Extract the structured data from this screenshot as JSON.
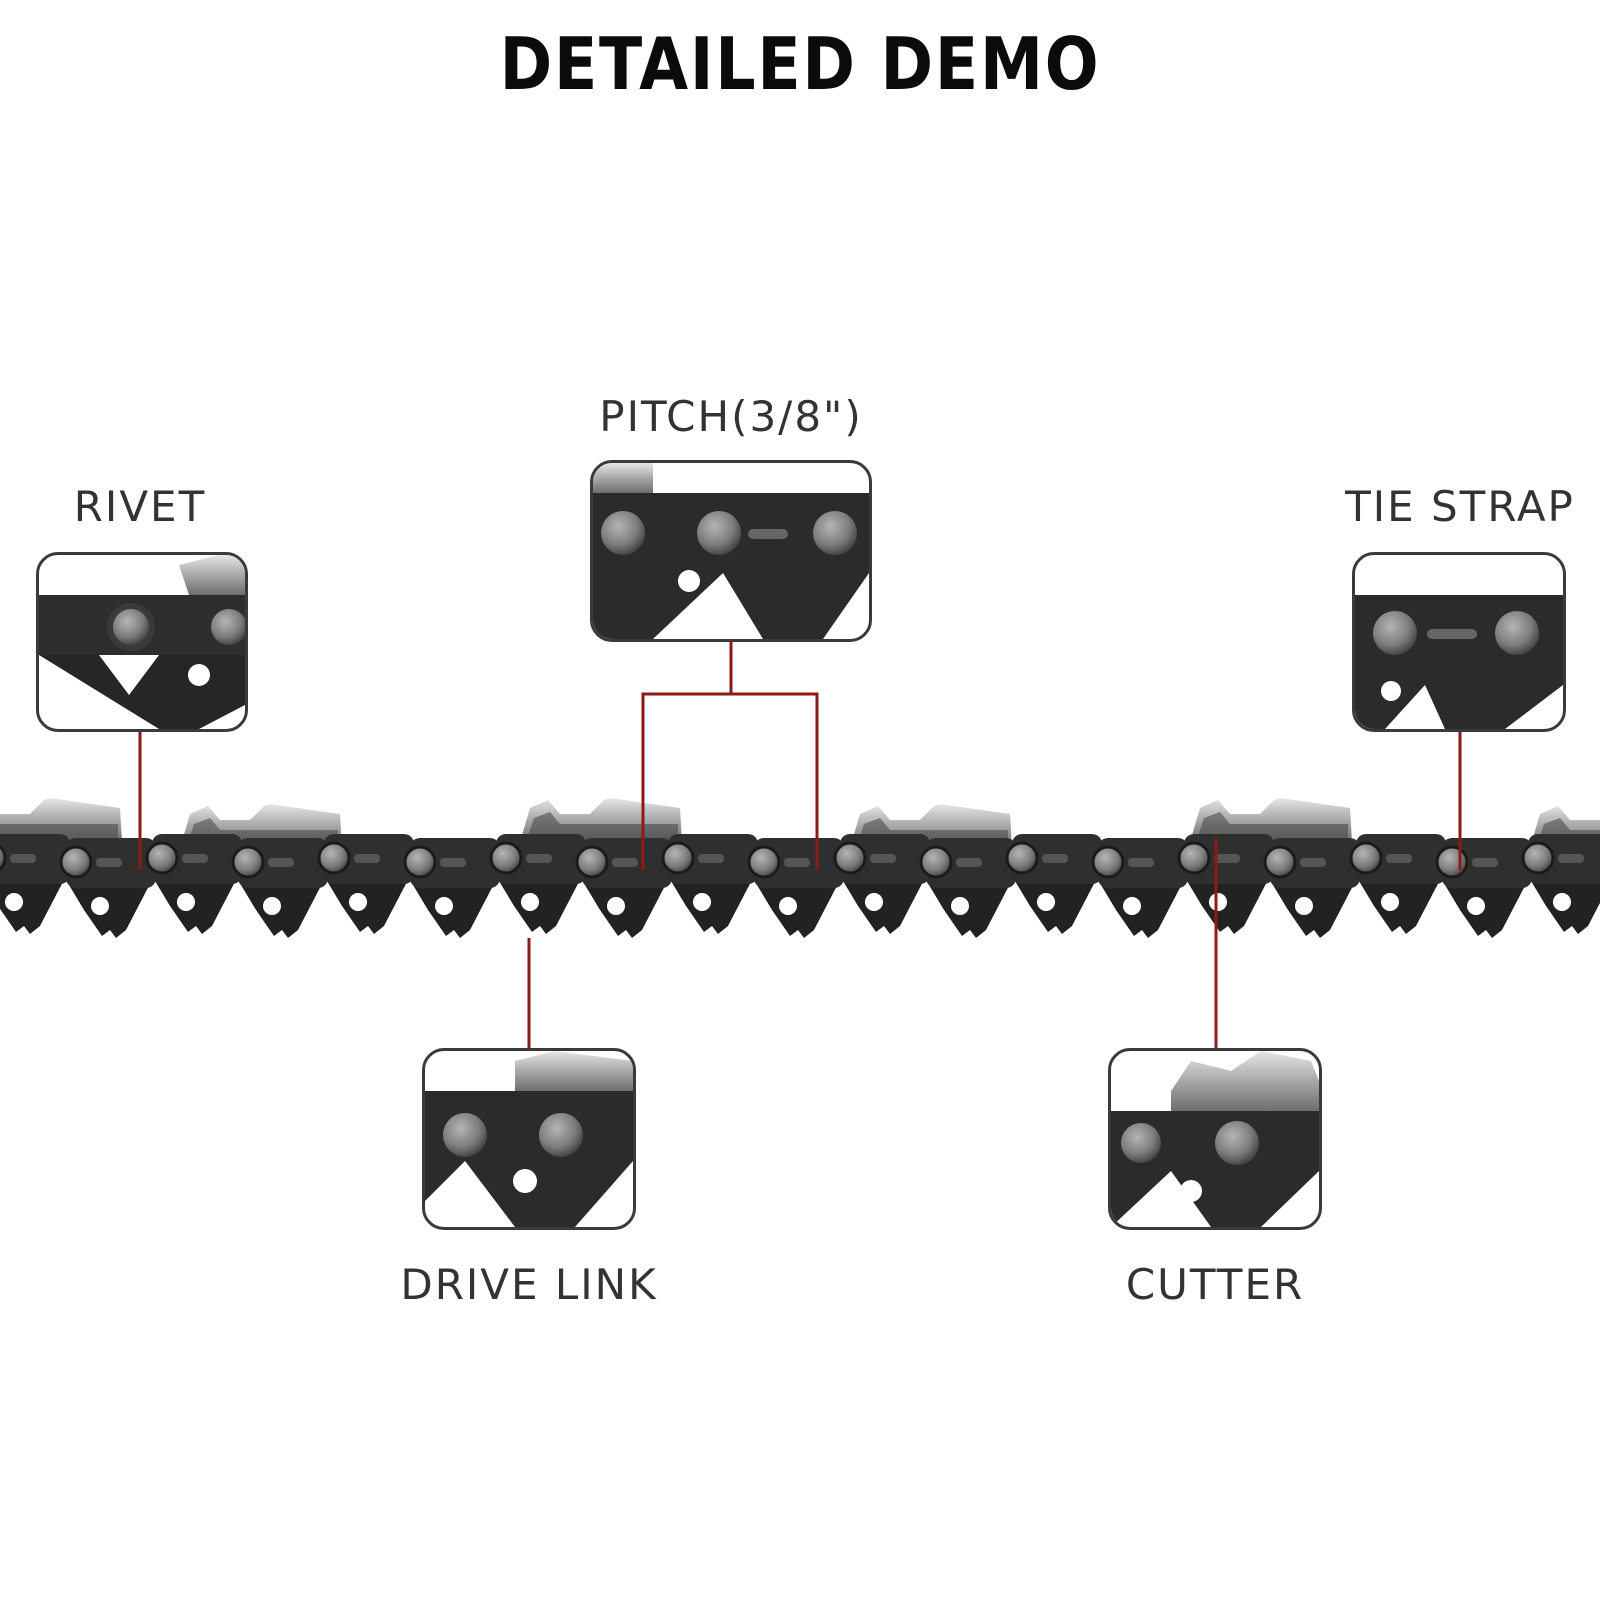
{
  "title": "DETAILED DEMO",
  "labels": {
    "rivet": "RIVET",
    "pitch": "PITCH(3/8\")",
    "tie_strap": "TIE STRAP",
    "drive_link": "DRIVE LINK",
    "cutter": "CUTTER"
  },
  "colors": {
    "background": "#ffffff",
    "chain_steel": "#2b2b2b",
    "rivet_head": "#8a8a8a",
    "cutter_chrome": "#b9b9b9",
    "leader_line": "#8b1a1a",
    "title_text": "#0b0b0b",
    "label_text": "#333333"
  }
}
